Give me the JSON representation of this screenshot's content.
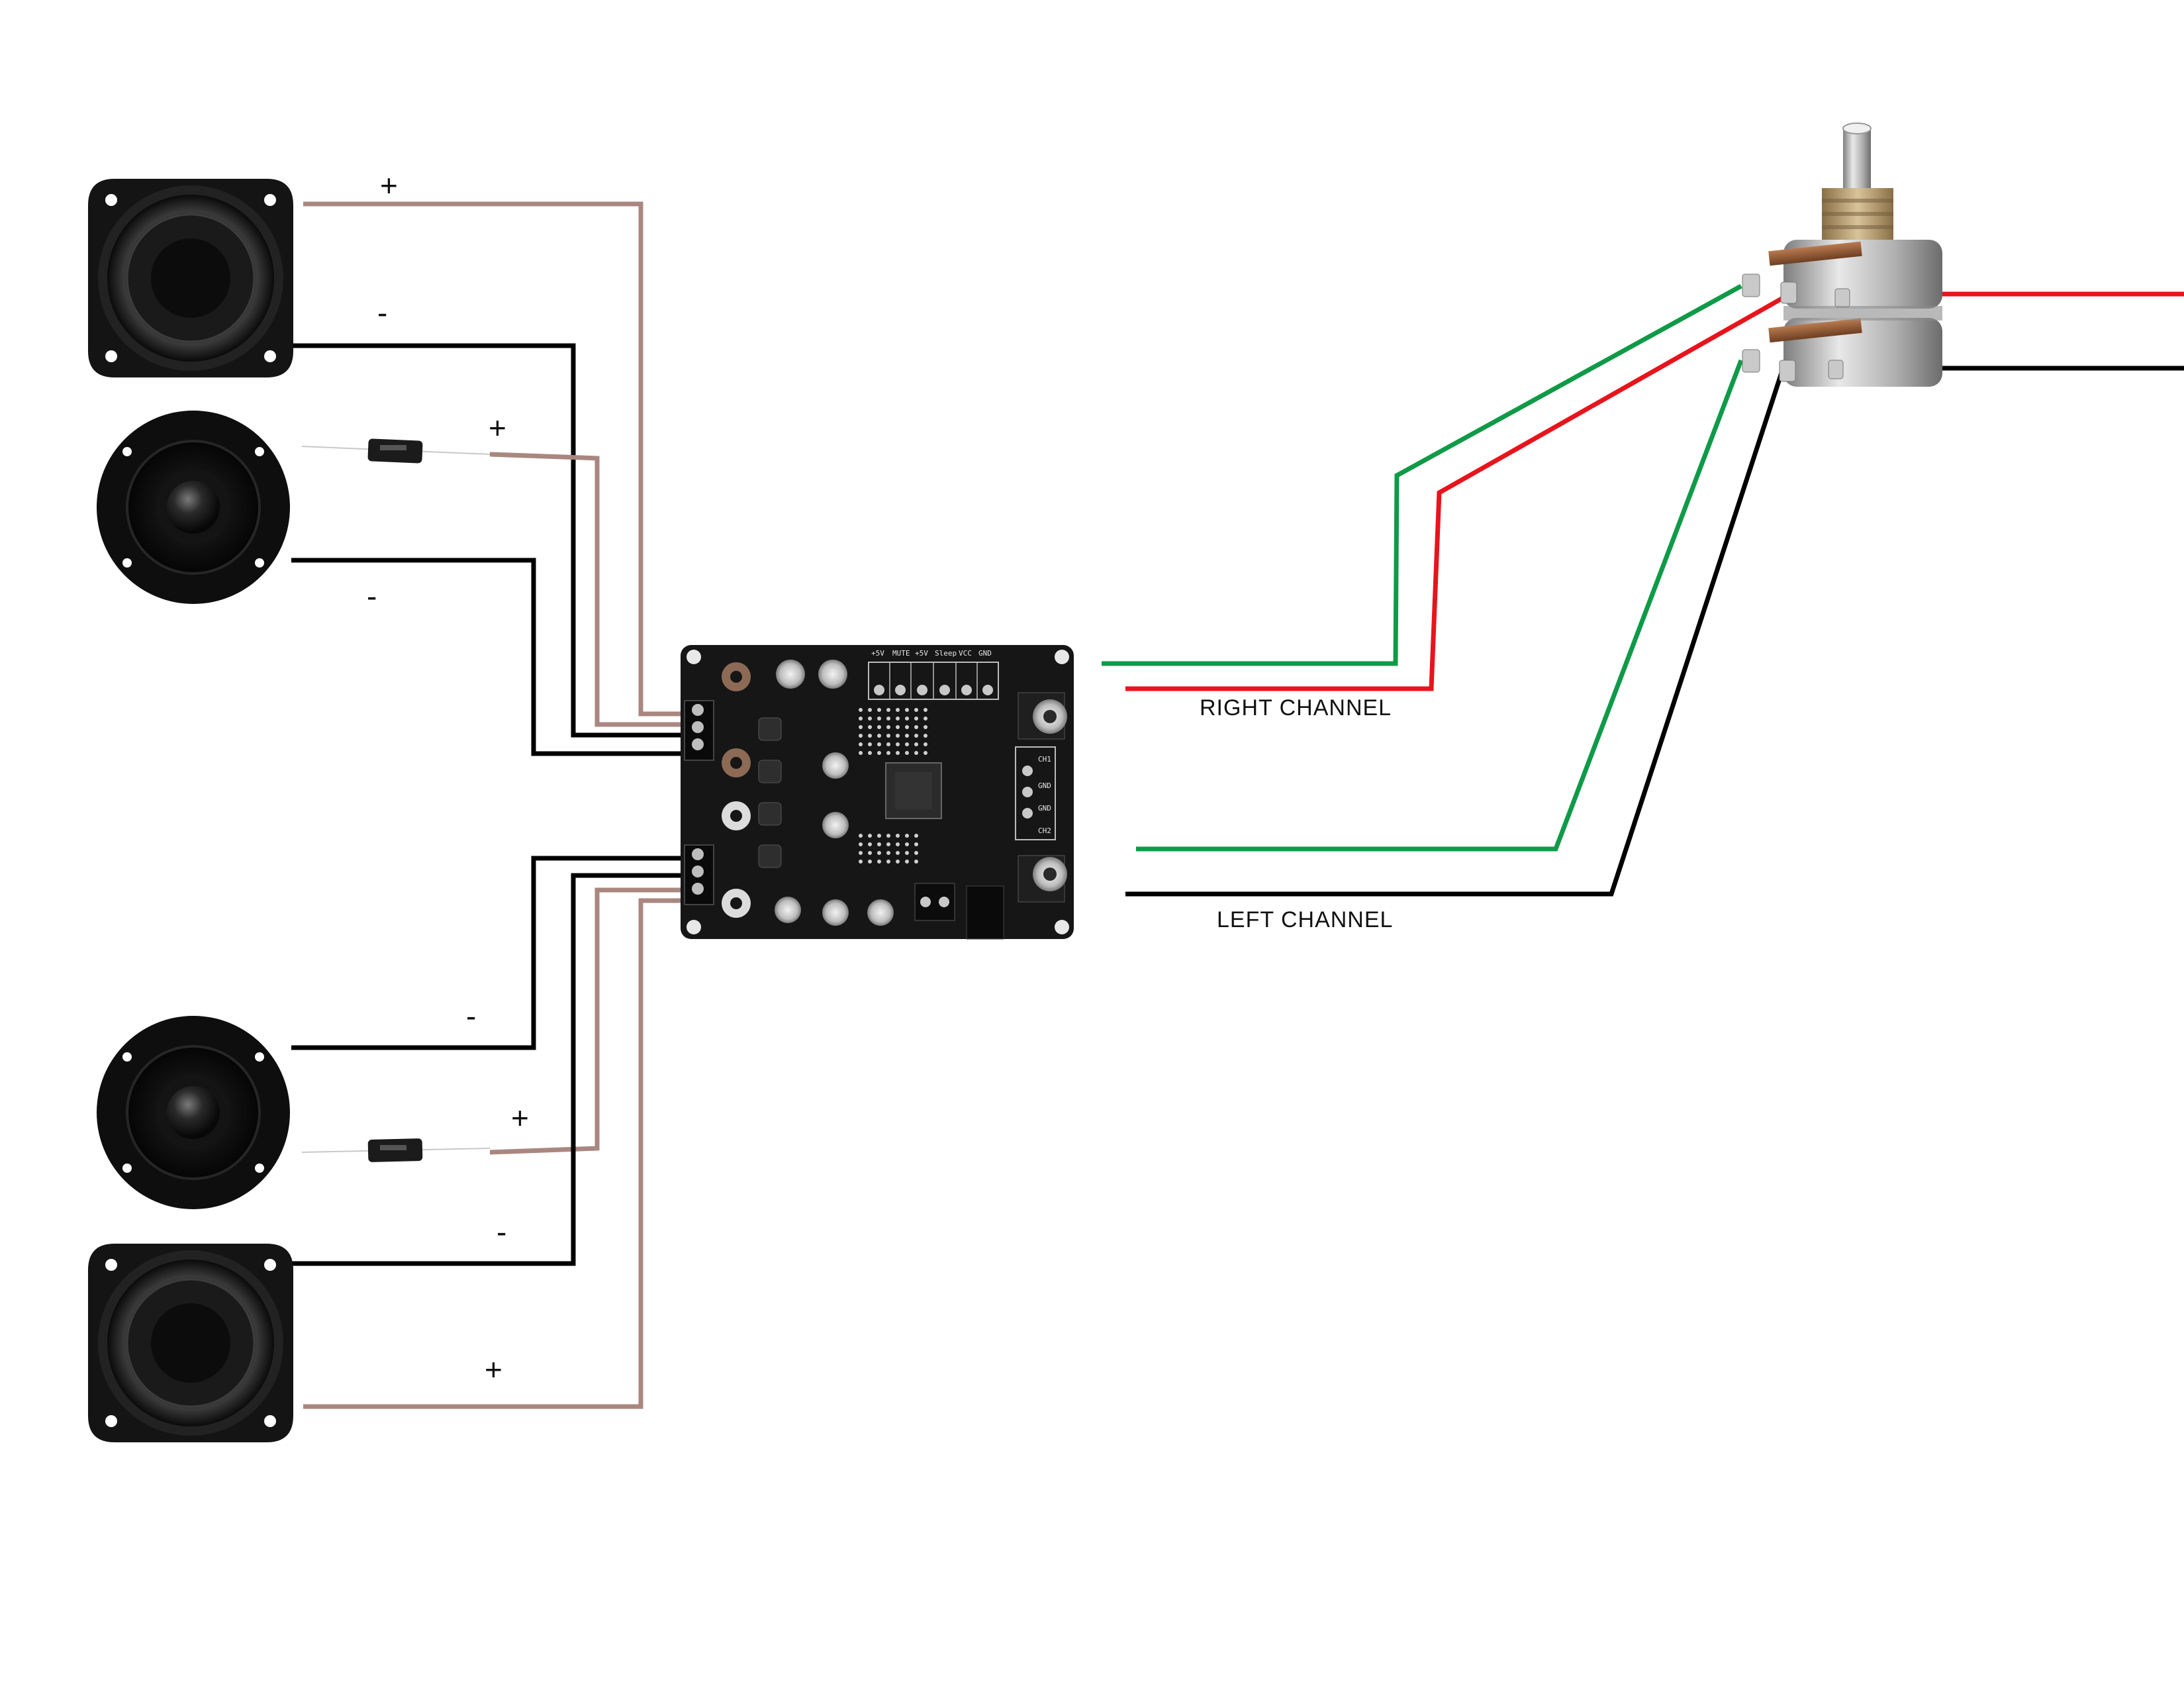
{
  "diagram": {
    "colors": {
      "background": "#ffffff",
      "positive_wire": "#a98780",
      "negative_wire": "#000000",
      "signal_green": "#0f9a48",
      "signal_red": "#e8141c",
      "pcb": "#161616"
    },
    "speaker_pairs": [
      {
        "position": "upper",
        "woofer": {
          "positive_label": "+",
          "negative_label": "-"
        },
        "tweeter": {
          "positive_label": "+",
          "negative_label": "-",
          "has_capacitor": true
        }
      },
      {
        "position": "lower",
        "tweeter": {
          "positive_label": "+",
          "negative_label": "-",
          "has_capacitor": true
        },
        "woofer": {
          "positive_label": "+",
          "negative_label": "-"
        }
      }
    ],
    "amplifier_board": {
      "header_labels": [
        "+5V",
        "MUTE",
        "+5V",
        "Sleep",
        "VCC",
        "GND"
      ],
      "side_labels": [
        "CH1",
        "GND",
        "GND",
        "CH2"
      ],
      "input_jacks": 2
    },
    "channels": {
      "right_label": "RIGHT CHANNEL",
      "left_label": "LEFT CHANNEL"
    },
    "potentiometer": {
      "type": "dual-gang",
      "icon": "potentiometer-icon"
    }
  }
}
